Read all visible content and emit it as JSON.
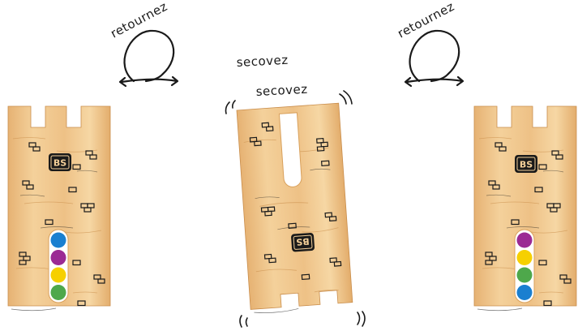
{
  "instructions": {
    "flip_left": "retournez",
    "flip_right": "retournez",
    "shake_1": "secovez",
    "shake_2": "secovez"
  },
  "logo_text": "BS",
  "colors": {
    "wood_light": "#f3cf98",
    "wood_mid": "#e9b877",
    "wood_dark": "#d9a15c",
    "ink": "#1a1a1a",
    "blue": "#1a7fd0",
    "purple": "#9b2a94",
    "yellow": "#f6d000",
    "green": "#4ea84b"
  },
  "towers": {
    "left": {
      "state": "before",
      "window_balls": [
        "blue",
        "purple",
        "yellow",
        "green"
      ]
    },
    "middle": {
      "state": "upside-down, shaking"
    },
    "right": {
      "state": "after",
      "window_balls": [
        "purple",
        "yellow",
        "green",
        "blue"
      ]
    }
  }
}
